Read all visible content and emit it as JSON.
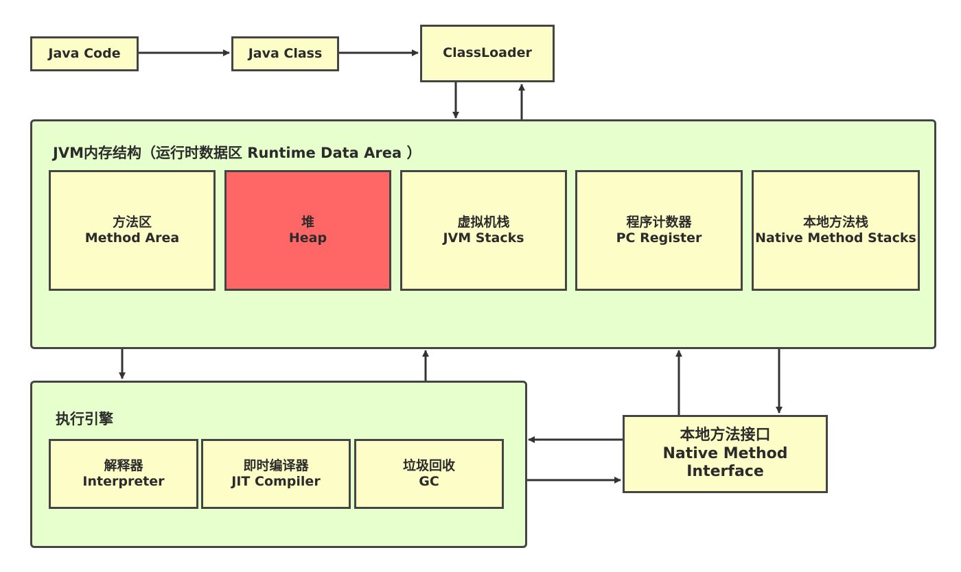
{
  "inputs": {
    "java_code": "Java Code",
    "java_class": "Java Class",
    "classloader": "ClassLoader"
  },
  "runtime_area": {
    "title": "JVM内存结构（运行时数据区 Runtime Data Area ）",
    "blocks": [
      {
        "cn": "方法区",
        "en": "Method Area"
      },
      {
        "cn": "堆",
        "en": "Heap"
      },
      {
        "cn": "虚拟机栈",
        "en": "JVM Stacks"
      },
      {
        "cn": "程序计数器",
        "en": "PC Register"
      },
      {
        "cn": "本地方法栈",
        "en": "Native Method Stacks"
      }
    ]
  },
  "execution_engine": {
    "title": "执行引擎",
    "blocks": [
      {
        "cn": "解释器",
        "en": "Interpreter"
      },
      {
        "cn": "即时编译器",
        "en": "JIT Compiler"
      },
      {
        "cn": "垃圾回收",
        "en": "GC"
      }
    ]
  },
  "native_interface": {
    "cn": "本地方法接口",
    "en": "Native Method Interface"
  },
  "colors": {
    "node_fill": "#fdfdc8",
    "region_fill": "#e6ffcc",
    "heap_fill": "#ff6666",
    "stroke": "#444444"
  }
}
